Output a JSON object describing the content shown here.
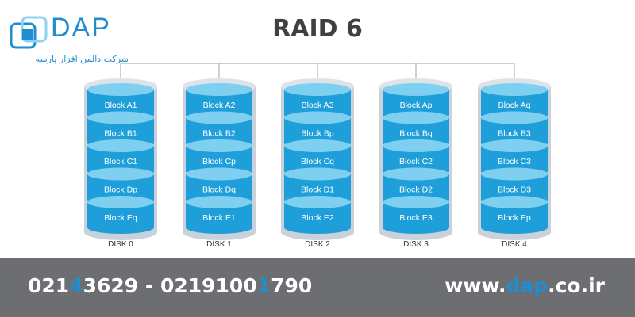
{
  "title": "RAID 6",
  "logo": {
    "word": "DAP",
    "subtitle": "شرکت دالمن افزار پارسه"
  },
  "colors": {
    "block_fill": "#1f9fd9",
    "block_top": "#7fd0f0",
    "disk_body": "#c9d2db",
    "title": "#404040",
    "footer_bg": "#6d6e71",
    "accent": "#1f8ecf"
  },
  "disks": [
    {
      "label": "DISK 0",
      "blocks": [
        "Block A1",
        "Block B1",
        "Block C1",
        "Block Dp",
        "Block Eq"
      ]
    },
    {
      "label": "DISK 1",
      "blocks": [
        "Block A2",
        "Block B2",
        "Block Cp",
        "Block Dq",
        "Block E1"
      ]
    },
    {
      "label": "DISK 2",
      "blocks": [
        "Block A3",
        "Block Bp",
        "Block Cq",
        "Block D1",
        "Block E2"
      ]
    },
    {
      "label": "DISK 3",
      "blocks": [
        "Block Ap",
        "Block Bq",
        "Block C2",
        "Block D2",
        "Block E3"
      ]
    },
    {
      "label": "DISK 4",
      "blocks": [
        "Block Aq",
        "Block B3",
        "Block C3",
        "Block D3",
        "Block Ep"
      ]
    }
  ],
  "footer": {
    "phone_parts": [
      "021",
      "4",
      "3629 - 021910",
      "0",
      "1",
      "790"
    ],
    "site_parts": [
      "www.",
      "dap",
      ".co.ir"
    ]
  }
}
